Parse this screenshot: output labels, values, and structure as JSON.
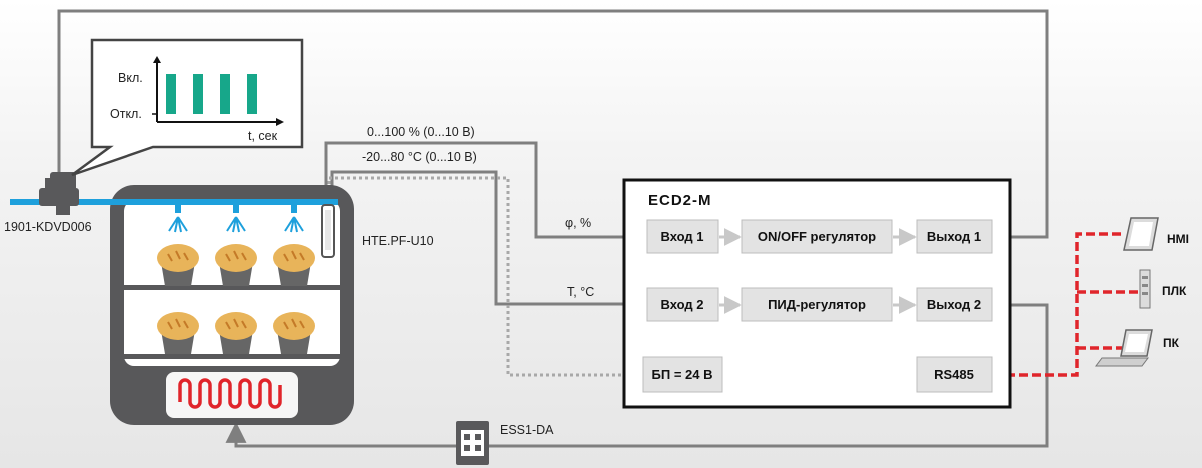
{
  "controller": {
    "title": "ECD2-M",
    "input1": "Вход 1",
    "input2": "Вход 2",
    "onoff": "ON/OFF регулятор",
    "pid": "ПИД-регулятор",
    "output1": "Выход 1",
    "output2": "Выход 2",
    "psu": "БП = 24 В",
    "rs485": "RS485"
  },
  "signals": {
    "humidity_range": "0...100 % (0...10 В)",
    "temp_range": "-20...80 °С (0...10 В)",
    "humidity": "φ, %",
    "temperature": "Т, °С"
  },
  "devices": {
    "valve": "1901-KDVD006",
    "sensor": "HTE.PF-U10",
    "relay": "ESS1-DA",
    "hmi": "HMI",
    "plc": "ПЛК",
    "pc": "ПК"
  },
  "inset_chart": {
    "on_label": "Вкл.",
    "off_label": "Откл.",
    "x_label": "t, сек"
  },
  "colors": {
    "line": "#7f7f7f",
    "water_pipe": "#1ea0dc",
    "pulse": "#17a78a",
    "network": "#e0252b",
    "heater": "#e0252b",
    "cabinet": "#58585a"
  }
}
